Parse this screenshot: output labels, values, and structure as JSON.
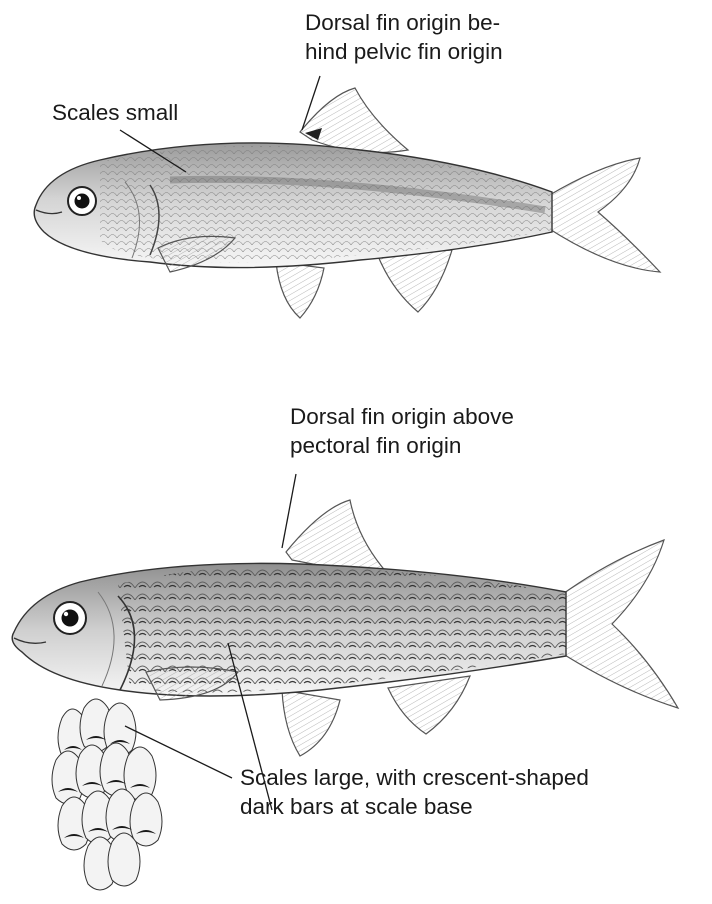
{
  "labels": {
    "top_dorsal": [
      "Dorsal fin origin be-",
      "hind pelvic fin origin"
    ],
    "top_scales": "Scales small",
    "bottom_dorsal": [
      "Dorsal fin origin above",
      "pectoral fin origin"
    ],
    "bottom_scales": [
      "Scales large, with crescent-shaped",
      "dark bars at scale base"
    ]
  },
  "colors": {
    "ink": "#1a1a1a",
    "fish_body": "#e2e2e2",
    "fish_dark": "#8a8a8a",
    "fin": "#f1f1f1"
  }
}
